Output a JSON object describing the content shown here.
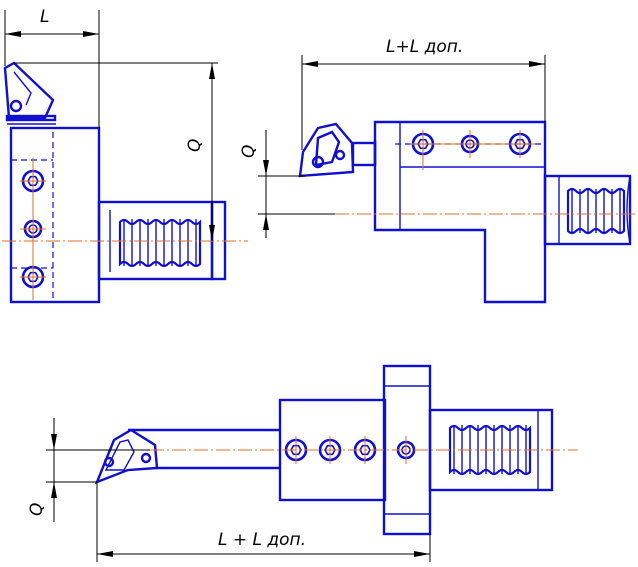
{
  "labels": {
    "top_left_length": "L",
    "top_left_height": "Q",
    "top_right_length": "L+L доп.",
    "top_right_height": "Q",
    "bottom_length": "L + L доп.",
    "bottom_height": "Q"
  },
  "colors": {
    "outline": "#1010d0",
    "axis": "#e07020",
    "dimension": "#000000"
  },
  "icons": [
    "screw-head-icon",
    "dimension-arrow-icon"
  ]
}
